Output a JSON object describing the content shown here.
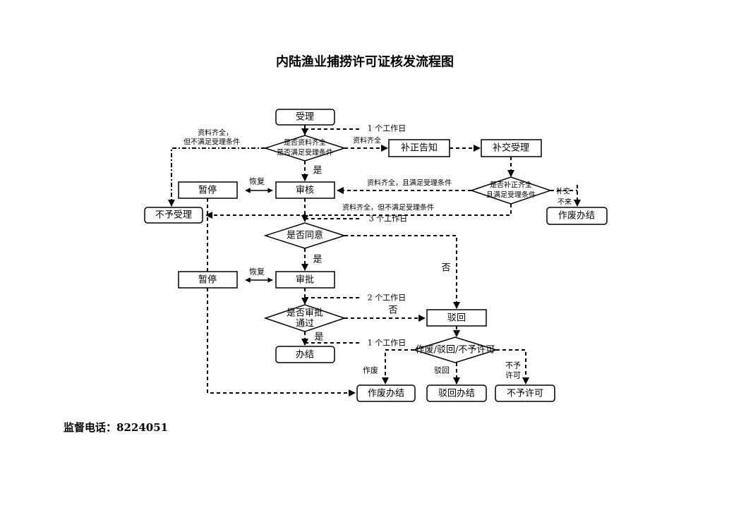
{
  "title": "内陆渔业捕捞许可证核发流程图",
  "footer": {
    "label": "监督电话：",
    "phone": "8224051"
  },
  "nodes": {
    "accept": "受理",
    "check_complete": [
      "是否资料齐全",
      "是否满足受理条件"
    ],
    "correction_notice": "补正告知",
    "resubmit": "补交受理",
    "check_corrected": [
      "是否补正齐全",
      "且满足受理条件"
    ],
    "void_done_top": "作废办结",
    "pause_1": "暂停",
    "review": "审核",
    "reject_accept": "不予受理",
    "agree": "是否同意",
    "pause_2": "暂停",
    "approve": "审批",
    "approved": [
      "是否审批",
      "通过"
    ],
    "return": "驳回",
    "done": "办结",
    "outcome": "作废/驳回/不予许可",
    "void_done": "作废办结",
    "return_done": "驳回办结",
    "deny_permit": "不予许可"
  },
  "labels": {
    "one_day_1": "1 个工作日",
    "complete_not_meet": [
      "资料齐全，",
      "但不满足受理条件"
    ],
    "complete": "资料齐全",
    "yes_1": "是",
    "resume_1": "恢复",
    "complete_meet": "资料齐全，且满足受理条件",
    "not_submitted": [
      "补交",
      "不来"
    ],
    "complete_not_meet_2": "资料齐全，但不满足受理条件",
    "three_days": "3 个工作日",
    "yes_2": "是",
    "no_1": "否",
    "resume_2": "恢复",
    "two_days": "2 个工作日",
    "no_2": "否",
    "yes_3": "是",
    "one_day_2": "1 个工作日",
    "void": "作废",
    "return": "驳回",
    "deny": [
      "不予",
      "许可"
    ]
  }
}
